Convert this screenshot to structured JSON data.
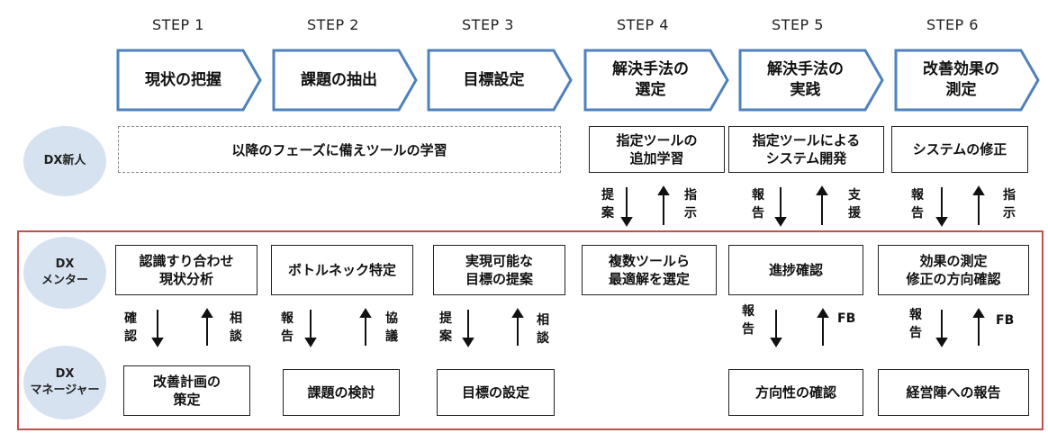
{
  "steps": [
    {
      "label": "STEP 1",
      "text": "現状の把握"
    },
    {
      "label": "STEP 2",
      "text": "課題の抽出"
    },
    {
      "label": "STEP 3",
      "text": "目標設定"
    },
    {
      "label": "STEP 4",
      "text": "解決手法の\n選定"
    },
    {
      "label": "STEP 5",
      "text": "解決手法の\n実践"
    },
    {
      "label": "STEP 6",
      "text": "改善効果の\n測定"
    }
  ],
  "roles": {
    "newcomer": "DX新人",
    "mentor": "DX\nメンター",
    "manager": "DX\nマネージャー"
  },
  "newcomer_tasks": {
    "dashed": "以降のフェーズに備えツールの学習",
    "step4": "指定ツールの\n追加学習",
    "step5": "指定ツールによる\nシステム開発",
    "step6": "システムの修正"
  },
  "newcomer_mentor_arrows": {
    "step4": {
      "down": "提\n案",
      "up": "指\n示"
    },
    "step5": {
      "down": "報\n告",
      "up": "支\n援"
    },
    "step6": {
      "down": "報\n告",
      "up": "指\n示"
    }
  },
  "mentor_tasks": {
    "step1": "認識すり合わせ\n現状分析",
    "step2": "ボトルネック特定",
    "step3": "実現可能な\n目標の提案",
    "step4": "複数ツールら\n最適解を選定",
    "step5": "進捗確認",
    "step6": "効果の測定\n修正の方向確認"
  },
  "mentor_manager_arrows": {
    "step1": {
      "down": "確\n認",
      "up": "相\n談"
    },
    "step2": {
      "down": "報\n告",
      "up": "協\n議"
    },
    "step3": {
      "down": "提\n案",
      "up": "相\n談"
    },
    "step5": {
      "down": "報\n告",
      "up": "FB"
    },
    "step6": {
      "down": "報\n告",
      "up": "FB"
    }
  },
  "manager_tasks": {
    "step1": "改善計画の\n策定",
    "step2": "課題の検討",
    "step3": "目標の設定",
    "step5": "方向性の確認",
    "step6": "経営陣への報告"
  },
  "colors": {
    "chevron_border": "#4f81bd",
    "role_fill": "#d6e2f0",
    "red_frame": "#c0504d"
  }
}
